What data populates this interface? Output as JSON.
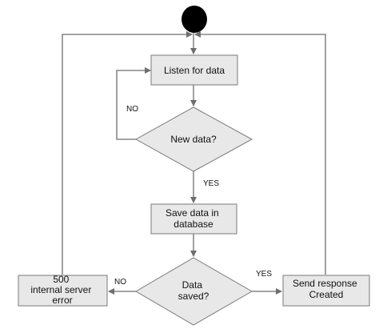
{
  "nodes": {
    "listen": "Listen for data",
    "new_data": "New data?",
    "save_data": [
      "Save data in",
      "database"
    ],
    "data_saved": [
      "Data",
      "saved?"
    ],
    "error": [
      "500",
      "internal server",
      "error"
    ],
    "send_response": [
      "Send response",
      "Created"
    ]
  },
  "edges": {
    "new_data_no": "NO",
    "new_data_yes": "YES",
    "data_saved_no": "NO",
    "data_saved_yes": "YES"
  },
  "colors": {
    "node_fill": "#e8e8e8",
    "node_stroke": "#7a7a7a",
    "edge": "#6e6e6e",
    "start": "#000000"
  }
}
